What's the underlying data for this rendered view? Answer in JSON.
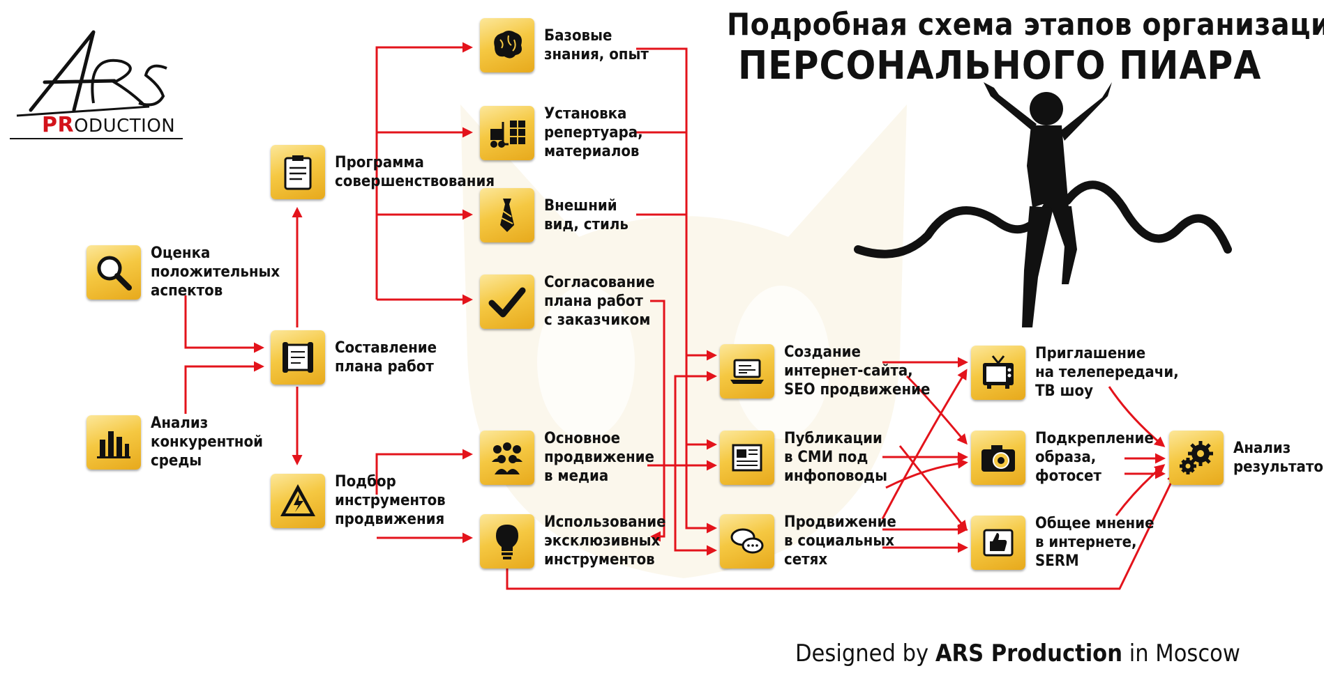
{
  "logo": {
    "mark": "ARS",
    "sub_highlight": "PR",
    "sub_rest": "ODUCTION"
  },
  "title": {
    "line1": "Подробная схема этапов организации",
    "line2": "ПЕРСОНАЛЬНОГО ПИАРА"
  },
  "footer": {
    "prefix": "Designed by ",
    "brand": "ARS Production",
    "suffix": " in Moscow"
  },
  "colors": {
    "arrow": "#e3131b",
    "icon_gold": "#f5c842",
    "text": "#111111"
  },
  "nodes": [
    {
      "id": "otsenka",
      "label": "Оценка\nположительных\nаспектов",
      "icon": "magnifier-icon"
    },
    {
      "id": "analiz-sredy",
      "label": "Анализ\nконкурентной\nсреды",
      "icon": "bar-chart-icon"
    },
    {
      "id": "sostavlenie",
      "label": "Составление\nплана работ",
      "icon": "scroll-icon"
    },
    {
      "id": "programma",
      "label": "Программа\nсовершенствования",
      "icon": "clipboard-icon"
    },
    {
      "id": "podbor",
      "label": "Подбор\nинструментов\nпродвижения",
      "icon": "warning-lightning-icon"
    },
    {
      "id": "bazovye",
      "label": "Базовые\nзнания, опыт",
      "icon": "brain-icon"
    },
    {
      "id": "ustanovka",
      "label": "Установка\nрепертуара,\nматериалов",
      "icon": "forklift-boxes-icon"
    },
    {
      "id": "vneshniy",
      "label": "Внешний\nвид, стиль",
      "icon": "tie-icon"
    },
    {
      "id": "soglasovanie",
      "label": "Согласование\nплана работ\nс заказчиком",
      "icon": "checkmark-icon"
    },
    {
      "id": "osnovnoe",
      "label": "Основное\nпродвижение\nв медиа",
      "icon": "crowd-icon"
    },
    {
      "id": "ispolzovanie",
      "label": "Использование\nэксклюзивных\nинструментов",
      "icon": "lightbulb-icon"
    },
    {
      "id": "sozdanie",
      "label": "Создание\nинтернет-сайта,\nSEO продвижение",
      "icon": "laptop-icon"
    },
    {
      "id": "publikacii",
      "label": "Публикации\nв СМИ под\nинфоповоды",
      "icon": "newspaper-icon"
    },
    {
      "id": "prodvizhenie",
      "label": "Продвижение\nв социальных\nсетях",
      "icon": "chat-bubbles-icon"
    },
    {
      "id": "priglashenie",
      "label": "Приглашение\nна телепередачи,\nТВ шоу",
      "icon": "tv-icon"
    },
    {
      "id": "podkreplenie",
      "label": "Подкрепление\nобраза,\nфотосет",
      "icon": "camera-icon"
    },
    {
      "id": "obshchee",
      "label": "Общее мнение\nв интернете,\nSERM",
      "icon": "thumbs-up-icon"
    },
    {
      "id": "analiz-rez",
      "label": "Анализ\nрезультатов",
      "icon": "gears-icon"
    }
  ]
}
